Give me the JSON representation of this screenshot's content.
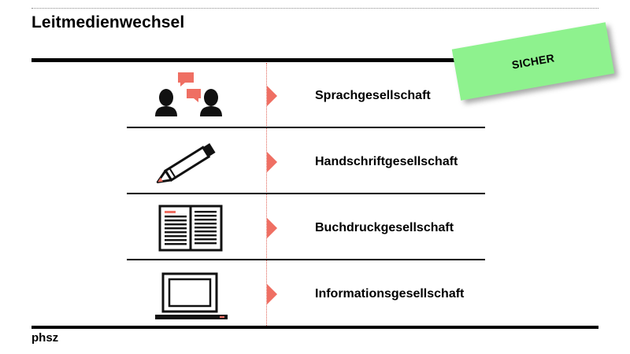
{
  "slide": {
    "title": "Leitmedienwechsel",
    "footer": "phsz",
    "stamp": "SICHER"
  },
  "rows": [
    {
      "icon": "speaking-people-icon",
      "label": "Sprachgesellschaft"
    },
    {
      "icon": "pencil-icon",
      "label": "Handschriftgesellschaft"
    },
    {
      "icon": "book-icon",
      "label": "Buchdruckgesellschaft"
    },
    {
      "icon": "laptop-icon",
      "label": "Informationsgesellschaft"
    }
  ],
  "colors": {
    "accent": "#ef6f63",
    "stamp": "#8ef28e",
    "text": "#000000"
  }
}
